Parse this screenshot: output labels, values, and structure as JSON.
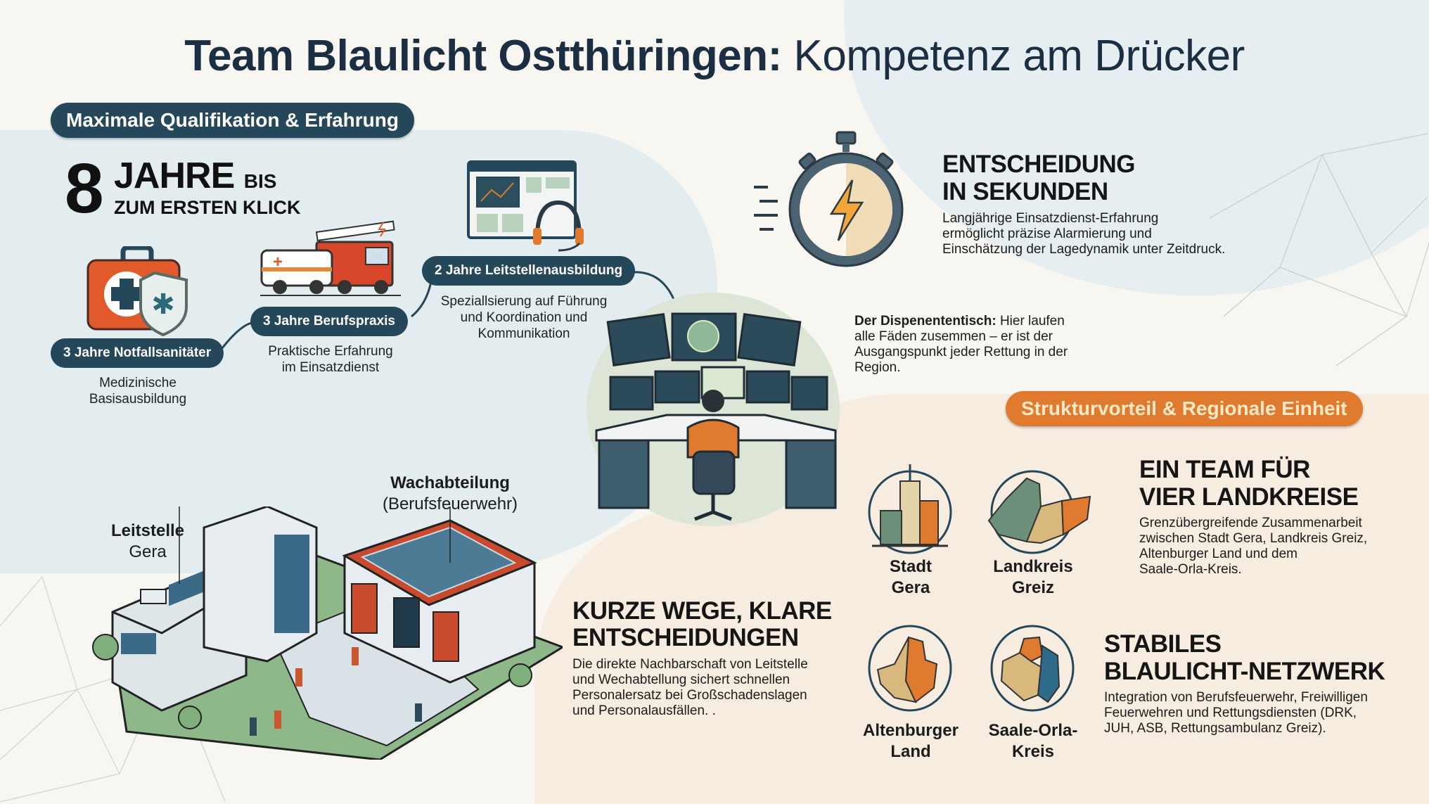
{
  "title": {
    "bold": "Team Blaulicht Ostthüringen:",
    "light": "Kompetenz am Drücker"
  },
  "qualification": {
    "badge": "Maximale Qualifikation & Erfahrung",
    "big_number": "8",
    "jahre": "JAHRE",
    "bis": "BIS",
    "klick": "ZUM ERSTEN KLICK",
    "steps": [
      {
        "label": "3 Jahre Notfallsanitäter",
        "caption_line1": "Medizinische",
        "caption_line2": "Basisausbildung",
        "icon": "first-aid-kit-icon"
      },
      {
        "label": "3 Jahre Berufspraxis",
        "caption_line1": "Praktische Erfahrung",
        "caption_line2": "im Einsatzdienst",
        "icon": "fire-truck-ambulance-icon"
      },
      {
        "label": "2 Jahre Leitstellenausbildung",
        "caption_line1": "Speziallsierung auf Führung",
        "caption_line2": "und Koordination und",
        "caption_line3": "Kommunikation",
        "icon": "dispatch-screen-headset-icon"
      }
    ]
  },
  "decision": {
    "heading_line1": "ENTSCHEIDUNG",
    "heading_line2": "IN SEKUNDEN",
    "body_line1": "Langjährige Einsatzdienst-Erfahrung",
    "body_line2": "ermöglicht präzise Alarmierung und",
    "body_line3": "Einschätzung der Lagedynamik unter Zeitdruck.",
    "icon": "stopwatch-lightning-icon"
  },
  "dispatch": {
    "lead": "Der Dispenententisch:",
    "text_line1": "Hier laufen",
    "text_line2": "alle Fäden zusemmen – er ist der",
    "text_line3": "Ausgangspunkt jeder Rettung in der",
    "text_line4": "Region.",
    "icon": "dispatcher-desk-icon"
  },
  "buildings": {
    "leitstelle_bold": "Leitstelle",
    "leitstelle_reg": "Gera",
    "wache_bold": "Wachabteilung",
    "wache_reg": "(Berufsfeuerwehr)"
  },
  "short_ways": {
    "heading_line1": "KURZE WEGE, KLARE",
    "heading_line2": "ENTSCHEIDUNGEN",
    "body_line1": "Die direkte Nachbarschaft von Leitstelle",
    "body_line2": "und Wechabtellung sichert schnellen",
    "body_line3": "Personalersatz bei Großschadenslagen",
    "body_line4": "und Personalausfällen. ."
  },
  "structure": {
    "badge": "Strukturvorteil & Regionale Einheit",
    "regions": [
      {
        "line1": "Stadt",
        "line2": "Gera",
        "icon": "city-skyline-icon"
      },
      {
        "line1": "Landkreis",
        "line2": "Greiz",
        "icon": "map-greiz-icon"
      },
      {
        "line1": "Altenburger",
        "line2": "Land",
        "icon": "map-altenburger-land-icon"
      },
      {
        "line1": "Saale-Orla-",
        "line2": "Kreis",
        "icon": "map-saale-orla-icon"
      }
    ],
    "team": {
      "heading_line1": "EIN TEAM FÜR",
      "heading_line2": "VIER LANDKREISE",
      "body_line1": "Grenzübergreifende Zusammenarbeit",
      "body_line2": "zwischen Stadt Gera, Landkreis Greiz,",
      "body_line3": "Altenburger Land und dem",
      "body_line4": "Saale-Orla-Kreis."
    },
    "network": {
      "heading_line1": "STABILES",
      "heading_line2": "BLAULICHT-NETZWERK",
      "body_line1": "Integration von Berufsfeuerwehr, Freiwilligen",
      "body_line2": "Feuerwehren und Rettungsdiensten (DRK,",
      "body_line3": "JUH, ASB, Rettungsambulanz Greiz)."
    }
  },
  "colors": {
    "navy": "#24475a",
    "title": "#1b2e42",
    "orange": "#e07a2e",
    "sage": "#6b8f78",
    "sand": "#d8b87c",
    "bg_blue": "#e3ecef",
    "bg_peach": "#f6ece0"
  }
}
